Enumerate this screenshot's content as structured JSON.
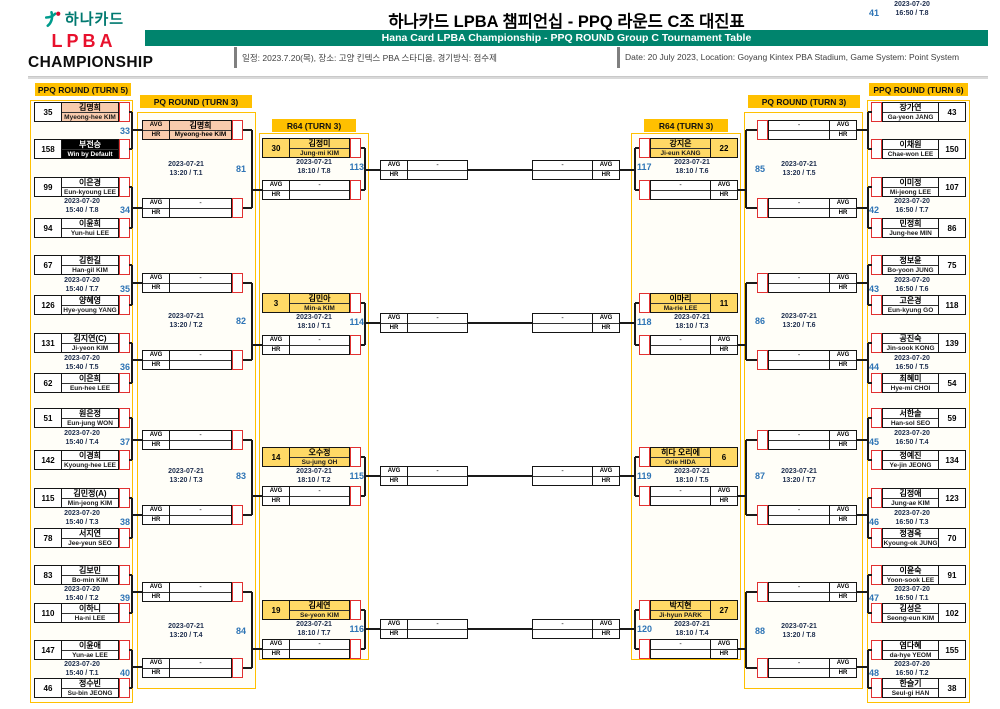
{
  "header": {
    "logo": {
      "hana": "하나카드",
      "lpba": "LPBA",
      "championship": "CHAMPIONSHIP"
    },
    "title_ko": "하나카드 LPBA 챔피언십 - PPQ 라운드 C조 대진표",
    "title_en": "Hana Card LPBA Championship - PPQ ROUND Group C Tournament Table",
    "info_ko": "일정: 2023.7.20(목), 장소: 고양 킨텍스 PBA 스타디움, 경기방식: 점수제",
    "info_en": "Date: 20 July 2023, Location: Goyang Kintex PBA Stadium, Game System: Point System"
  },
  "labels": {
    "avg": "AVG",
    "hr": "HR",
    "dash": "-"
  },
  "colors": {
    "accent_yellow": "#FFC000",
    "header_green": "#00846D",
    "brand_red": "#E8112D",
    "winner_salmon": "#F8CBAD",
    "seed_yellow": "#FFD966",
    "number_blue": "#2E74B5",
    "score_red": "#E03131"
  },
  "columns": {
    "ppq_left": {
      "header": "PPQ ROUND (TURN 5)",
      "matches": [
        {
          "no": "33",
          "date": null,
          "p1": {
            "seed": "35",
            "ko": "김명희",
            "en": "Myeong-hee KIM",
            "hl": "winner"
          },
          "p2": {
            "seed": "158",
            "ko": "부전승",
            "en": "Win by Default",
            "hl": "bye"
          }
        },
        {
          "no": "34",
          "date": [
            "2023-07-20",
            "15:40 / T.8"
          ],
          "p1": {
            "seed": "99",
            "ko": "이은경",
            "en": "Eun-kyoung LEE"
          },
          "p2": {
            "seed": "94",
            "ko": "이윤희",
            "en": "Yun-hui LEE"
          }
        },
        {
          "no": "35",
          "date": [
            "2023-07-20",
            "15:40 / T.7"
          ],
          "p1": {
            "seed": "67",
            "ko": "김한길",
            "en": "Han-gil KIM"
          },
          "p2": {
            "seed": "126",
            "ko": "양혜영",
            "en": "Hye-young YANG"
          }
        },
        {
          "no": "36",
          "date": [
            "2023-07-20",
            "15:40 / T.5"
          ],
          "p1": {
            "seed": "131",
            "ko": "김지연(C)",
            "en": "Ji-yeon KIM"
          },
          "p2": {
            "seed": "62",
            "ko": "이은희",
            "en": "Eun-hee LEE"
          }
        },
        {
          "no": "37",
          "date": [
            "2023-07-20",
            "15:40 / T.4"
          ],
          "p1": {
            "seed": "51",
            "ko": "원은정",
            "en": "Eun-jung WON"
          },
          "p2": {
            "seed": "142",
            "ko": "이경희",
            "en": "Kyoung-hee LEE"
          }
        },
        {
          "no": "38",
          "date": [
            "2023-07-20",
            "15:40 / T.3"
          ],
          "p1": {
            "seed": "115",
            "ko": "김민정(A)",
            "en": "Min-jeong KIM"
          },
          "p2": {
            "seed": "78",
            "ko": "서지연",
            "en": "Jee-yeun SEO"
          }
        },
        {
          "no": "39",
          "date": [
            "2023-07-20",
            "15:40 / T.2"
          ],
          "p1": {
            "seed": "83",
            "ko": "김보민",
            "en": "Bo-min KIM"
          },
          "p2": {
            "seed": "110",
            "ko": "이하니",
            "en": "Ha-ni LEE"
          }
        },
        {
          "no": "40",
          "date": [
            "2023-07-20",
            "15:40 / T.1"
          ],
          "p1": {
            "seed": "147",
            "ko": "이윤애",
            "en": "Yun-ae LEE"
          },
          "p2": {
            "seed": "46",
            "ko": "정수빈",
            "en": "Su-bin JEONG"
          }
        }
      ]
    },
    "pq_left": {
      "header": "PQ ROUND (TURN 3)",
      "matches": [
        {
          "no": "81",
          "date": [
            "2023-07-21",
            "13:20 / T.1"
          ],
          "top": {
            "ko": "김명희",
            "en": "Myeong-hee KIM",
            "hl": "winner"
          },
          "bottom": {
            "dash": "-"
          }
        },
        {
          "no": "82",
          "date": [
            "2023-07-21",
            "13:20 / T.2"
          ],
          "top": {
            "dash": "-"
          },
          "bottom": {
            "dash": "-"
          }
        },
        {
          "no": "83",
          "date": [
            "2023-07-21",
            "13:20 / T.3"
          ],
          "top": {
            "dash": "-"
          },
          "bottom": {
            "dash": "-"
          }
        },
        {
          "no": "84",
          "date": [
            "2023-07-21",
            "13:20 / T.4"
          ],
          "top": {
            "dash": "-"
          },
          "bottom": {
            "dash": "-"
          }
        }
      ]
    },
    "r64_left": {
      "header": "R64 (TURN 3)",
      "matches": [
        {
          "no": "113",
          "date": [
            "2023-07-21",
            "18:10 / T.8"
          ],
          "seed": "30",
          "ko": "김정미",
          "en": "Jung-mi KIM",
          "slot2": "-"
        },
        {
          "no": "114",
          "date": [
            "2023-07-21",
            "18:10 / T.1"
          ],
          "seed": "3",
          "ko": "김민아",
          "en": "Min-a KIM",
          "slot2": "-"
        },
        {
          "no": "115",
          "date": [
            "2023-07-21",
            "18:10 / T.2"
          ],
          "seed": "14",
          "ko": "오수정",
          "en": "Su-jung OH",
          "slot2": "-"
        },
        {
          "no": "116",
          "date": [
            "2023-07-21",
            "18:10 / T.7"
          ],
          "seed": "19",
          "ko": "김세연",
          "en": "Se-yeon KIM",
          "slot2": "-"
        }
      ]
    },
    "r64_right": {
      "header": "R64 (TURN 3)",
      "matches": [
        {
          "no": "117",
          "date": [
            "2023-07-21",
            "18:10 / T.6"
          ],
          "seed": "22",
          "ko": "강지은",
          "en": "Ji-eun KANG",
          "slot2": "-"
        },
        {
          "no": "118",
          "date": [
            "2023-07-21",
            "18:10 / T.3"
          ],
          "seed": "11",
          "ko": "이마리",
          "en": "Ma-rie LEE",
          "slot2": "-"
        },
        {
          "no": "119",
          "date": [
            "2023-07-21",
            "18:10 / T.5"
          ],
          "seed": "6",
          "ko": "히다 오리에",
          "en": "Orie HIDA",
          "slot2": "-"
        },
        {
          "no": "120",
          "date": [
            "2023-07-21",
            "18:10 / T.4"
          ],
          "seed": "27",
          "ko": "박지현",
          "en": "Ji-hyun PARK",
          "slot2": "-"
        }
      ]
    },
    "pq_right": {
      "header": "PQ ROUND (TURN 3)",
      "matches": [
        {
          "no": "85",
          "date": [
            "2023-07-21",
            "13:20 / T.5"
          ],
          "top": {
            "dash": "-"
          },
          "bottom": {
            "dash": "-"
          }
        },
        {
          "no": "86",
          "date": [
            "2023-07-21",
            "13:20 / T.6"
          ],
          "top": {
            "dash": "-"
          },
          "bottom": {
            "dash": "-"
          }
        },
        {
          "no": "87",
          "date": [
            "2023-07-21",
            "13:20 / T.7"
          ],
          "top": {
            "dash": "-"
          },
          "bottom": {
            "dash": "-"
          }
        },
        {
          "no": "88",
          "date": [
            "2023-07-21",
            "13:20 / T.8"
          ],
          "top": {
            "dash": "-"
          },
          "bottom": {
            "dash": "-"
          }
        }
      ]
    },
    "ppq_right": {
      "header": "PPQ ROUND (TURN 6)",
      "matches": [
        {
          "no": "41",
          "date": [
            "2023-07-20",
            "16:50 / T.8"
          ],
          "p1": {
            "seed": "43",
            "ko": "장가연",
            "en": "Ga-yeon JANG"
          },
          "p2": {
            "seed": "150",
            "ko": "이채원",
            "en": "Chae-won LEE"
          }
        },
        {
          "no": "42",
          "date": [
            "2023-07-20",
            "16:50 / T.7"
          ],
          "p1": {
            "seed": "107",
            "ko": "이미정",
            "en": "Mi-jeong LEE"
          },
          "p2": {
            "seed": "86",
            "ko": "민정희",
            "en": "Jung-hee MIN"
          }
        },
        {
          "no": "43",
          "date": [
            "2023-07-20",
            "16:50 / T.6"
          ],
          "p1": {
            "seed": "75",
            "ko": "정보윤",
            "en": "Bo-yoon JUNG"
          },
          "p2": {
            "seed": "118",
            "ko": "고은경",
            "en": "Eun-kyung GO"
          }
        },
        {
          "no": "44",
          "date": [
            "2023-07-20",
            "16:50 / T.5"
          ],
          "p1": {
            "seed": "139",
            "ko": "공진숙",
            "en": "Jin-sook KONG"
          },
          "p2": {
            "seed": "54",
            "ko": "최혜미",
            "en": "Hye-mi CHOI"
          }
        },
        {
          "no": "45",
          "date": [
            "2023-07-20",
            "16:50 / T.4"
          ],
          "p1": {
            "seed": "59",
            "ko": "서한솔",
            "en": "Han-sol SEO"
          },
          "p2": {
            "seed": "134",
            "ko": "정예진",
            "en": "Ye-jin JEONG"
          }
        },
        {
          "no": "46",
          "date": [
            "2023-07-20",
            "16:50 / T.3"
          ],
          "p1": {
            "seed": "123",
            "ko": "김정애",
            "en": "Jung-ae KIM"
          },
          "p2": {
            "seed": "70",
            "ko": "정경옥",
            "en": "Kyoung-ok JUNG"
          }
        },
        {
          "no": "47",
          "date": [
            "2023-07-20",
            "16:50 / T.1"
          ],
          "p1": {
            "seed": "91",
            "ko": "이윤숙",
            "en": "Yoon-sook LEE"
          },
          "p2": {
            "seed": "102",
            "ko": "김성은",
            "en": "Seong-eun KIM"
          }
        },
        {
          "no": "48",
          "date": [
            "2023-07-20",
            "16:50 / T.2"
          ],
          "p1": {
            "seed": "155",
            "ko": "염다혜",
            "en": "da-hye YEOM"
          },
          "p2": {
            "seed": "38",
            "ko": "한슬기",
            "en": "Seul-gi HAN"
          }
        }
      ]
    }
  },
  "winner_slots": {
    "left": [
      "-",
      "-",
      "-",
      "-"
    ],
    "right": [
      "-",
      "-",
      "-",
      "-"
    ]
  }
}
